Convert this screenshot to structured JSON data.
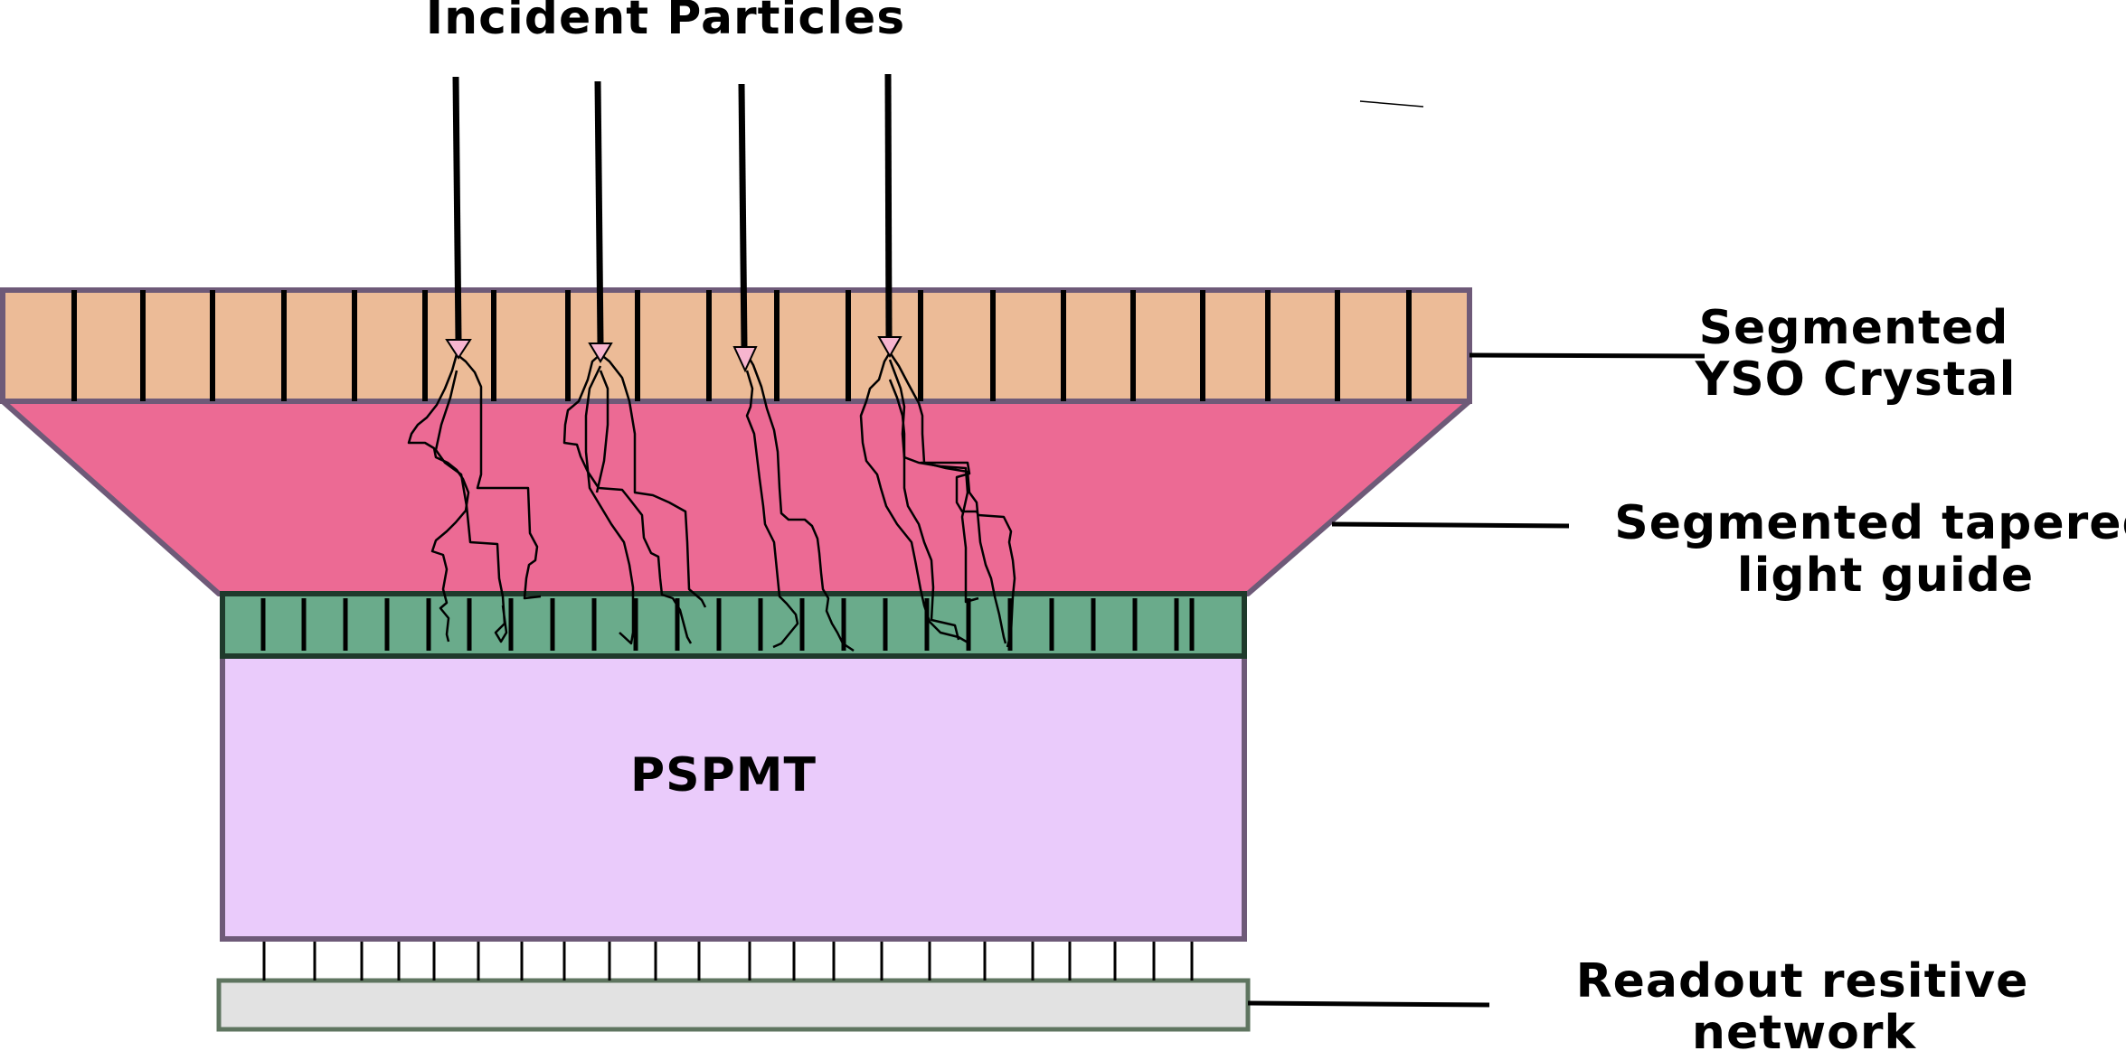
{
  "labels": {
    "incident": "Incident Particles",
    "crystal_line1": "Segmented",
    "crystal_line2": "YSO Crystal",
    "guide_line1": "Segmented tapered",
    "guide_line2": "light guide",
    "pmt": "PSPMT",
    "readout_line1": "Readout resitive",
    "readout_line2": "network"
  },
  "colors": {
    "crystal_fill": "#ecbb97",
    "light_guide_fill": "#ec6a94",
    "window_fill": "#6aab8b",
    "pmt_fill": "#eacbfb",
    "readout_fill": "#e2e2e2",
    "outline": "#6e5a78",
    "readout_outline": "#5f7560",
    "arrowhead": "#f7b5cf",
    "ink": "#000000"
  }
}
